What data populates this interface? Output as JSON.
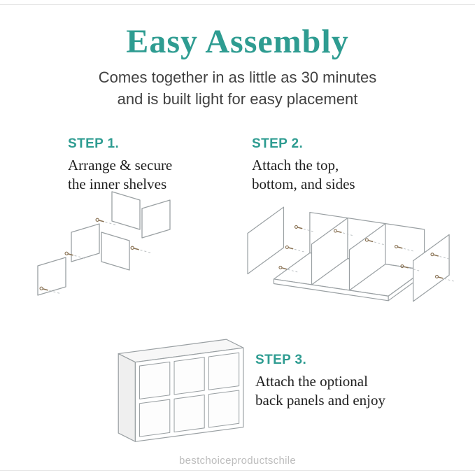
{
  "page": {
    "title": "Easy Assembly",
    "subtitle_line1": "Comes together in as little as 30 minutes",
    "subtitle_line2": "and is built light for easy placement",
    "watermark": "bestchoiceproductschile"
  },
  "steps": [
    {
      "label": "STEP 1.",
      "line1": "Arrange & secure",
      "line2": "the inner shelves",
      "illustration": "inner-shelves-exploded"
    },
    {
      "label": "STEP 2.",
      "line1": "Attach the top,",
      "line2": "bottom, and sides",
      "illustration": "frame-panels-exploded"
    },
    {
      "label": "STEP 3.",
      "line1": "Attach the optional",
      "line2": "back panels and enjoy",
      "illustration": "assembled-organizer"
    }
  ],
  "colors": {
    "accent_teal": "#2E9C91",
    "body_text": "#414141",
    "serif_text": "#1F1F1F",
    "line_gray": "#9AA0A3",
    "screw_brown": "#8A7355",
    "watermark_gray": "#BDBDBD"
  }
}
